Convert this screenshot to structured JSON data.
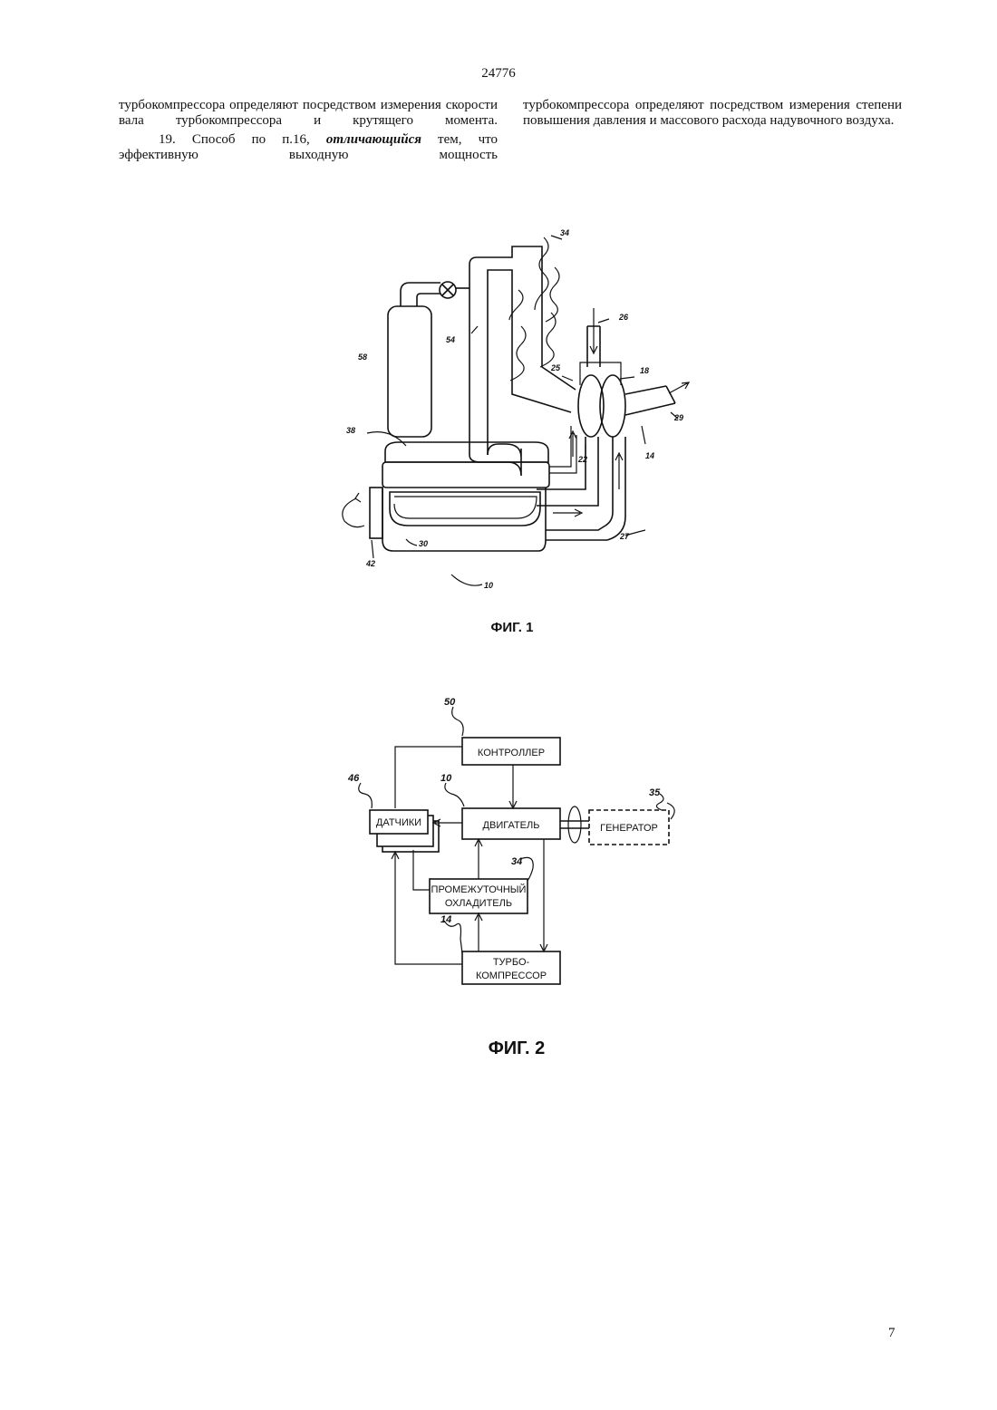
{
  "page": {
    "patent_number": "24776",
    "page_number": "7"
  },
  "text": {
    "left_col_p1": "турбокомпрессора определяют посредством измерения скорости вала турбокомпрессора и крутящего момента.",
    "left_col_p2_a": "19. Способ по п.16, ",
    "left_col_p2_emph": "отличающийся",
    "left_col_p2_b": " тем, что эффективную выходную мощность",
    "right_col_p1": "турбокомпрессора определяют посредством измерения степени повышения давления и массового расхода надувочного воздуха."
  },
  "fig1": {
    "caption": "ФИГ. 1",
    "labels": {
      "l34": "34",
      "l26": "26",
      "l58": "58",
      "l54": "54",
      "l25": "25",
      "l18": "18",
      "l29": "29",
      "l38": "38",
      "l22": "22",
      "l14": "14",
      "l30": "30",
      "l27": "27",
      "l42": "42",
      "l10": "10"
    }
  },
  "fig2": {
    "caption": "ФИГ. 2",
    "blocks": {
      "controller": "КОНТРОЛЛЕР",
      "sensors": "ДАТЧИКИ",
      "engine": "ДВИГАТЕЛЬ",
      "generator": "ГЕНЕРАТОР",
      "intercooler_1": "ПРОМЕЖУТОЧНЫЙ",
      "intercooler_2": "ОХЛАДИТЕЛЬ",
      "turbo_1": "ТУРБО-",
      "turbo_2": "КОМПРЕССОР"
    },
    "labels": {
      "l50": "50",
      "l46": "46",
      "l10": "10",
      "l35": "35",
      "l34": "34",
      "l14": "14"
    }
  }
}
